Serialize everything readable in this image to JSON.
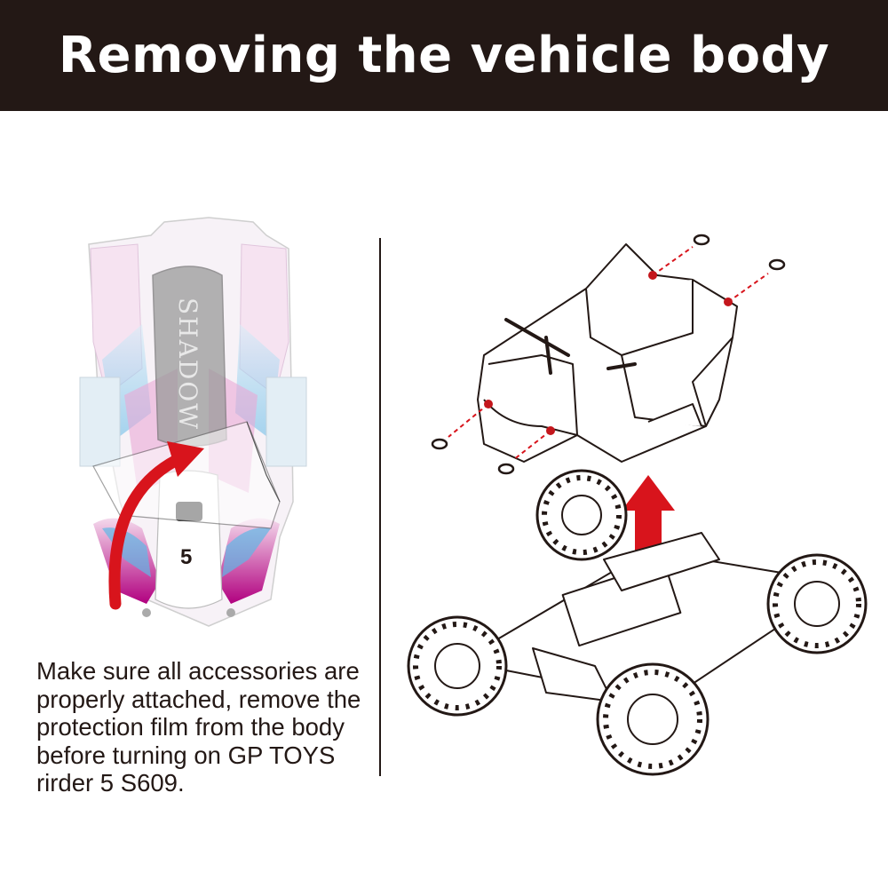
{
  "header": {
    "title": "Removing the vehicle body"
  },
  "left_illustration": {
    "seat_text": "SHADOW",
    "number_text": "5",
    "accent_color": "#b1007f",
    "arrow_color": "#d8141c"
  },
  "right_illustration": {
    "pin_color": "#c4161c",
    "arrow_color": "#d8141c"
  },
  "caption": {
    "lines": [
      "Make sure all accessories are",
      "properly attached, remove the",
      "protection film from the body",
      "before turning on GP TOYS",
      "rirder 5 S609."
    ]
  },
  "colors": {
    "header_bg": "#231815",
    "header_text": "#ffffff",
    "body_text": "#231815"
  }
}
